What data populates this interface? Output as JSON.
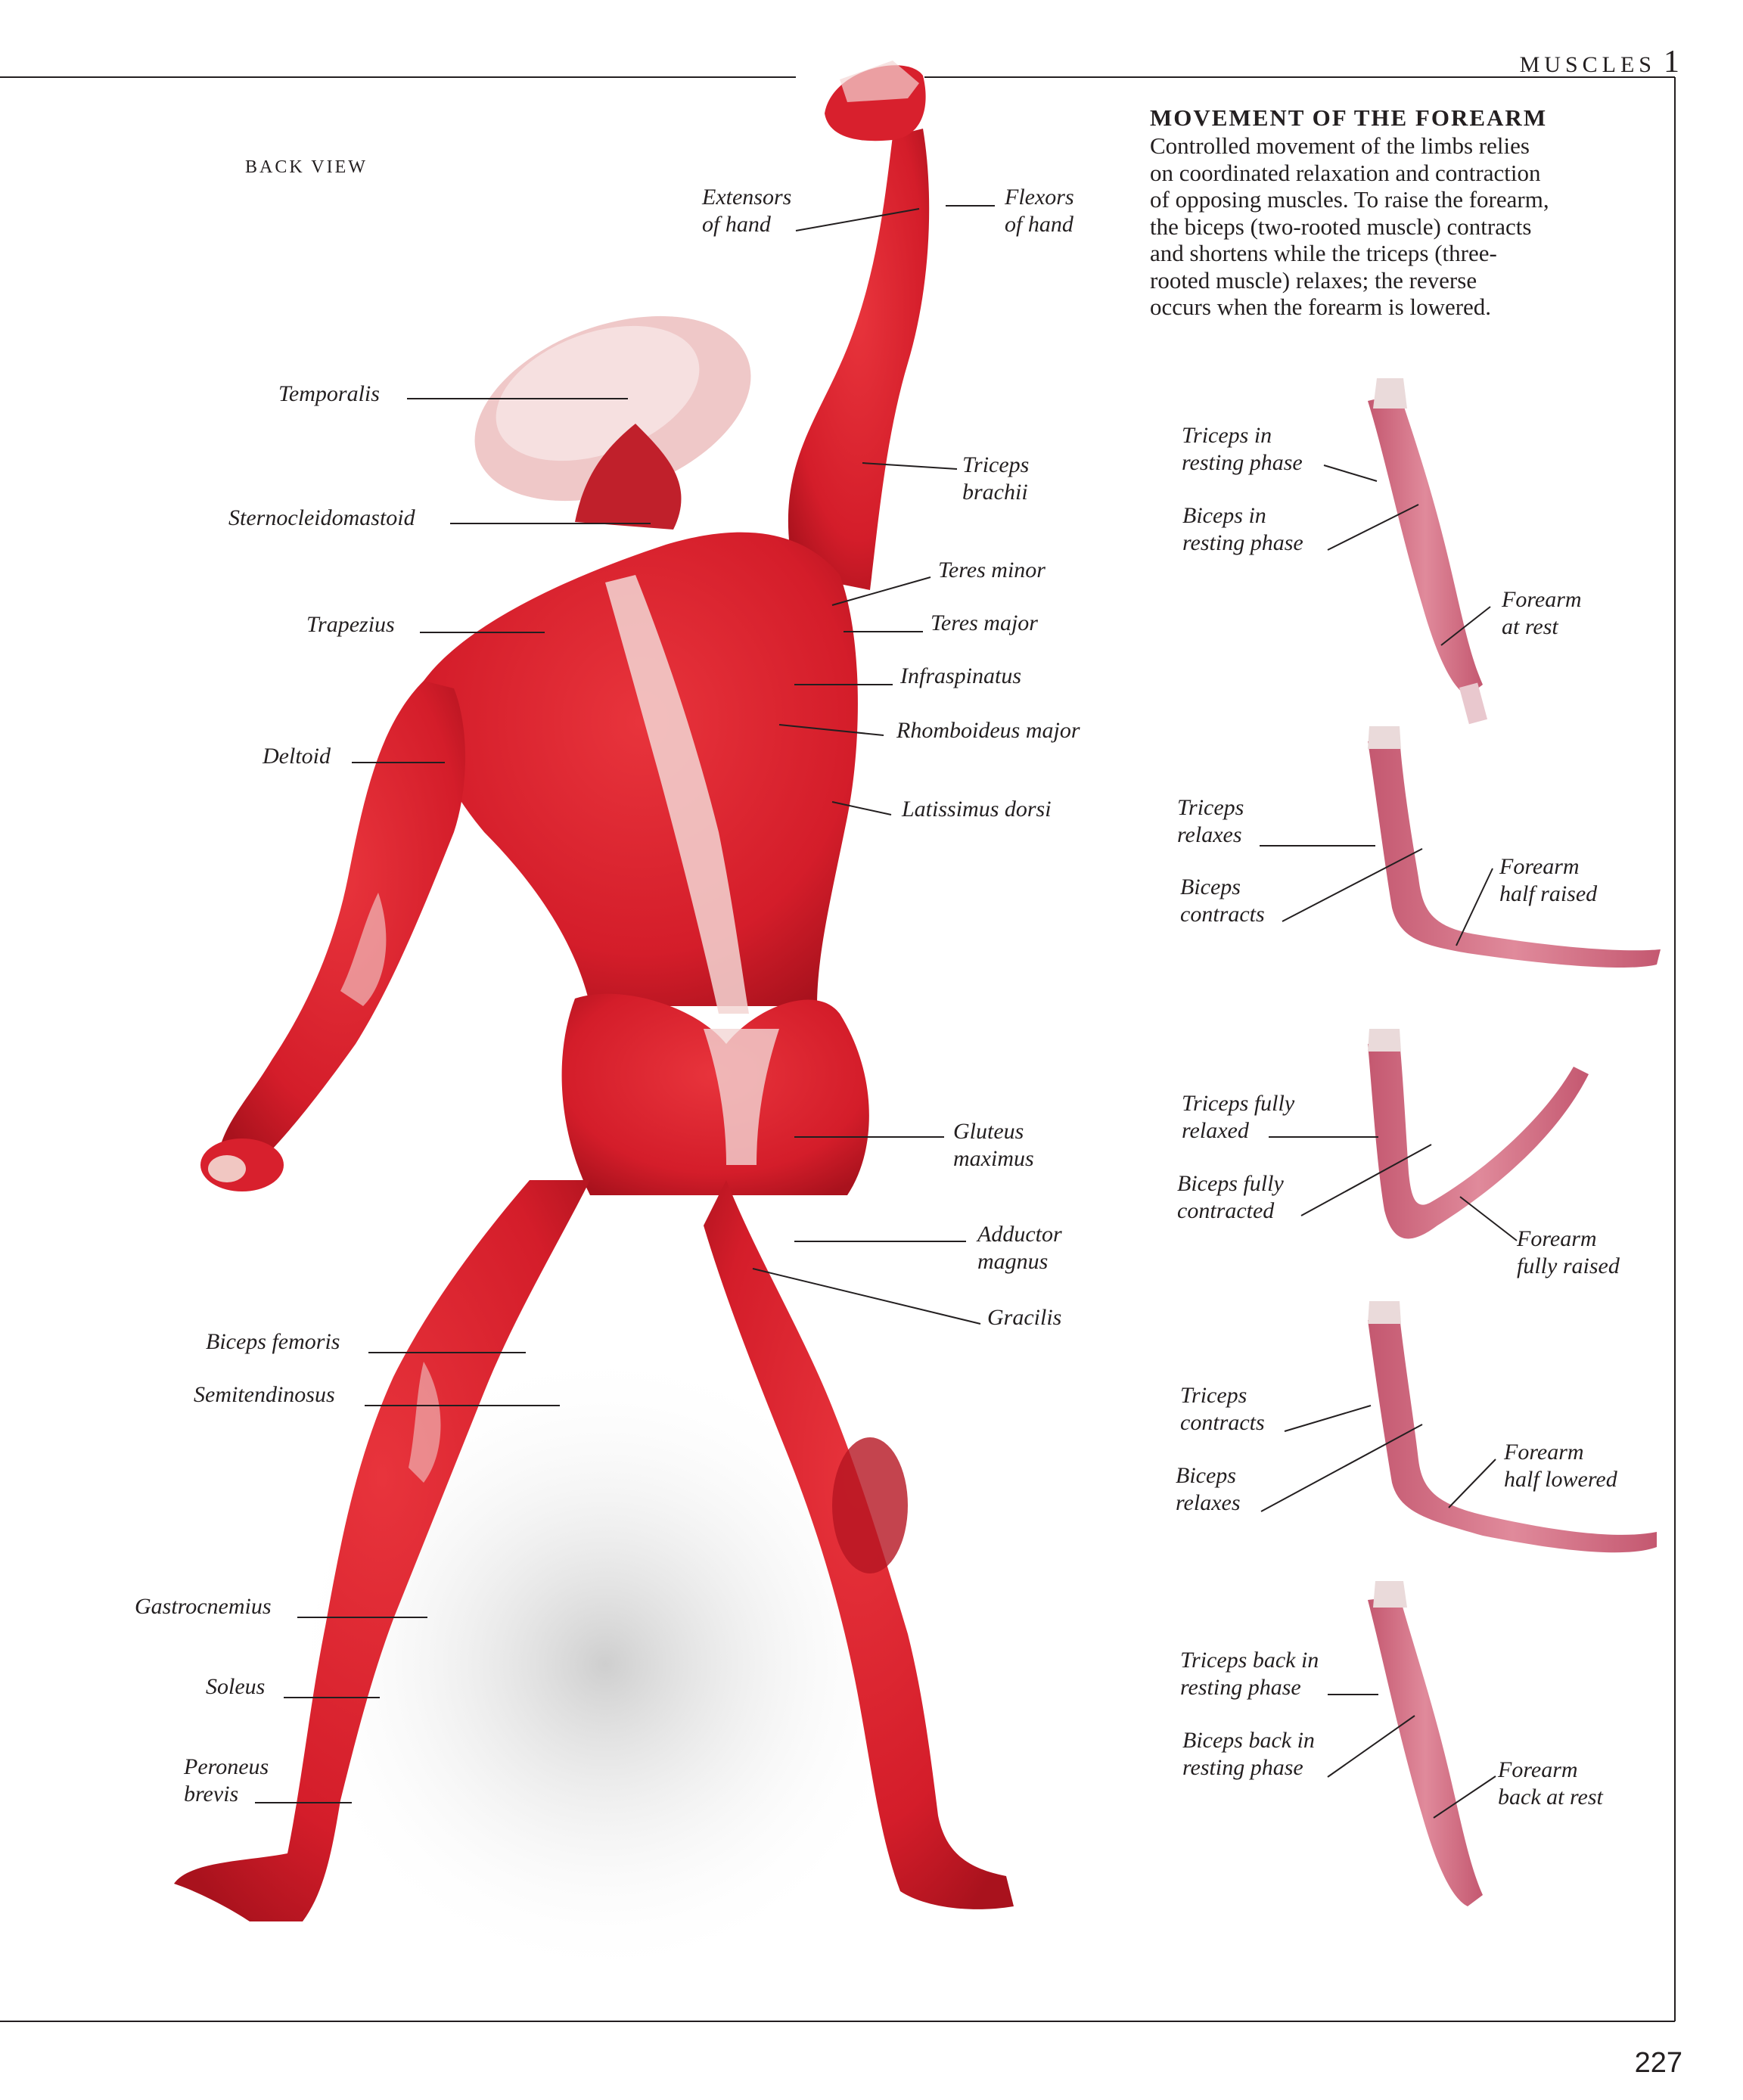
{
  "header": {
    "running_head": "MUSCLES",
    "chapter_number": "1"
  },
  "view_label": "BACK VIEW",
  "sidebar": {
    "title": "MOVEMENT OF THE FOREARM",
    "body_lines": [
      "Controlled movement of the limbs relies",
      "on coordinated relaxation and contraction",
      "of opposing muscles. To raise the forearm,",
      "the biceps (two-rooted muscle) contracts",
      "and shortens while the triceps (three-",
      "rooted muscle) relaxes; the reverse",
      "occurs when the forearm is lowered."
    ]
  },
  "body_labels": {
    "extensors_of_hand": [
      "Extensors",
      "of  hand"
    ],
    "flexors_of_hand": [
      "Flexors",
      "of  hand"
    ],
    "temporalis": "Temporalis",
    "sternocleidomastoid": "Sternocleidomastoid",
    "trapezius": "Trapezius",
    "deltoid": "Deltoid",
    "triceps_brachii": [
      "Triceps",
      "brachii"
    ],
    "teres_minor": "Teres minor",
    "teres_major": "Teres major",
    "infraspinatus": "Infraspinatus",
    "rhomboideus_major": "Rhomboideus major",
    "latissimus_dorsi": "Latissimus dorsi",
    "gluteus_maximus": [
      "Gluteus",
      "maximus"
    ],
    "adductor_magnus": [
      "Adductor",
      "magnus"
    ],
    "gracilis": "Gracilis",
    "biceps_femoris": "Biceps femoris",
    "semitendinosus": "Semitendinosus",
    "gastrocnemius": "Gastrocnemius",
    "soleus": "Soleus",
    "peroneus_brevis": [
      "Peroneus",
      "brevis"
    ]
  },
  "forearm_phases": [
    {
      "triceps": [
        "Triceps in",
        "resting phase"
      ],
      "biceps": [
        "Biceps in",
        "resting phase"
      ],
      "forearm": [
        "Forearm",
        "at rest"
      ]
    },
    {
      "triceps": [
        "Triceps",
        "relaxes"
      ],
      "biceps": [
        "Biceps",
        "contracts"
      ],
      "forearm": [
        "Forearm",
        "half  raised"
      ]
    },
    {
      "triceps": [
        "Triceps fully",
        "relaxed"
      ],
      "biceps": [
        "Biceps fully",
        "contracted"
      ],
      "forearm": [
        "Forearm",
        "fully raised"
      ]
    },
    {
      "triceps": [
        "Triceps",
        "contracts"
      ],
      "biceps": [
        "Biceps",
        "relaxes"
      ],
      "forearm": [
        "Forearm",
        "half  lowered"
      ]
    },
    {
      "triceps": [
        "Triceps back in",
        "resting phase"
      ],
      "biceps": [
        "Biceps back in",
        "resting phase"
      ],
      "forearm": [
        "Forearm",
        "back at rest"
      ]
    }
  ],
  "page_number": "227",
  "colors": {
    "muscle": "#d8202d",
    "muscle_dark": "#a8121e",
    "tendon": "#f3d6d4",
    "arm_muscle": "#d97586",
    "rule": "#231f20"
  }
}
